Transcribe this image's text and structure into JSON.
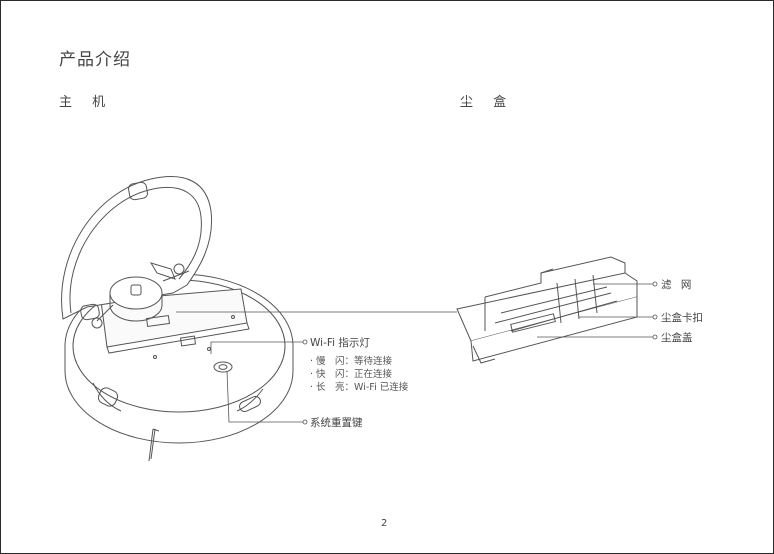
{
  "page_title": "产品介绍",
  "sections": {
    "main_unit": "主 机",
    "dust_bin": "尘 盒"
  },
  "callouts": {
    "wifi_indicator": "Wi-Fi 指示灯",
    "wifi_states": [
      "· 慢　闪：等待连接",
      "· 快　闪：正在连接",
      "· 长　亮：Wi-Fi 已连接"
    ],
    "reset_button": "系统重置键",
    "filter": "滤 网",
    "bin_latch": "尘盒卡扣",
    "bin_cover": "尘盒盖"
  },
  "page_number": "2"
}
